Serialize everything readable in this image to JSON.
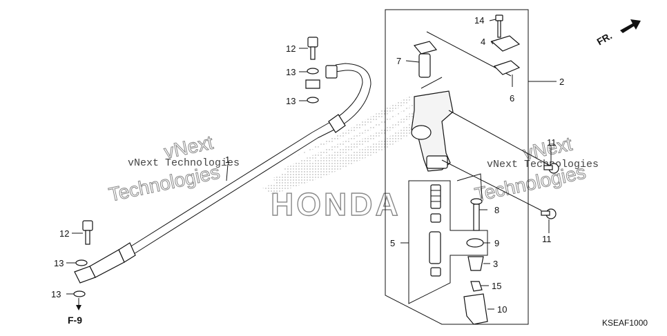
{
  "diagram": {
    "callouts": [
      {
        "id": "c1",
        "text": "1"
      },
      {
        "id": "c2",
        "text": "2"
      },
      {
        "id": "c3",
        "text": "3"
      },
      {
        "id": "c4",
        "text": "4"
      },
      {
        "id": "c5",
        "text": "5"
      },
      {
        "id": "c6",
        "text": "6"
      },
      {
        "id": "c7",
        "text": "7"
      },
      {
        "id": "c8",
        "text": "8"
      },
      {
        "id": "c9",
        "text": "9"
      },
      {
        "id": "c10",
        "text": "10"
      },
      {
        "id": "c11a",
        "text": "11"
      },
      {
        "id": "c11b",
        "text": "11"
      },
      {
        "id": "c12a",
        "text": "12"
      },
      {
        "id": "c12b",
        "text": "12"
      },
      {
        "id": "c13a",
        "text": "13"
      },
      {
        "id": "c13b",
        "text": "13"
      },
      {
        "id": "c13c",
        "text": "13"
      },
      {
        "id": "c13d",
        "text": "13"
      },
      {
        "id": "c14",
        "text": "14"
      },
      {
        "id": "c15",
        "text": "15"
      }
    ],
    "reference": "F-9",
    "front_marker": "FR.",
    "diagram_code": "KSEAF1000",
    "watermark": {
      "line1": "vNext Technologies",
      "line2": "vNext",
      "line3": "Technologies"
    },
    "brand_watermark": "HONDA"
  }
}
